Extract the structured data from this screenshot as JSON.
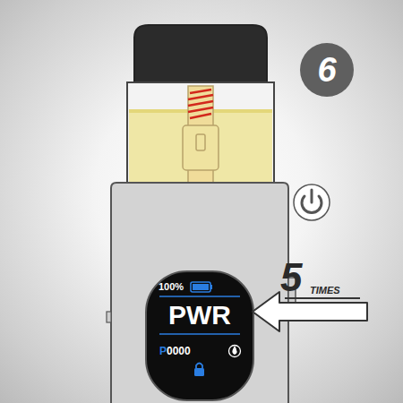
{
  "diagram": {
    "nodes": [
      {
        "text": [
          "6"
        ]
      },
      {
        "text": [
          "100%",
          "PWR",
          "P0000"
        ]
      }
    ],
    "labels": [
      "5",
      "TIMES"
    ]
  }
}
